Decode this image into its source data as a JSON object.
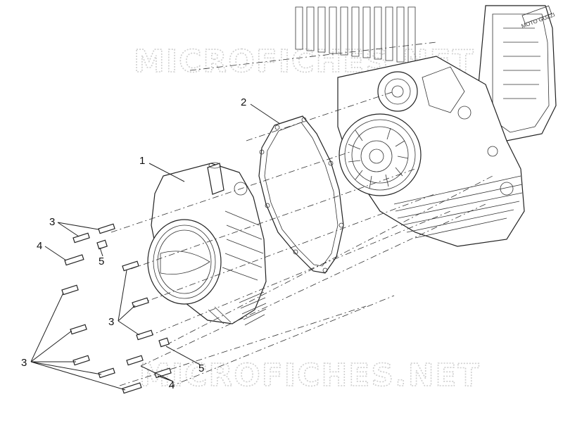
{
  "watermarks": {
    "top": "MICROFICHES.NET",
    "bottom": "MICROFICHES.NET"
  },
  "engine": {
    "plate_text": "MOTO GUZZI"
  },
  "callouts": {
    "c1": "1",
    "c2": "2",
    "c3_upper_left": "3",
    "c4_left": "4",
    "c5_left": "5",
    "c3_center": "3",
    "c3_lower_left": "3",
    "c5_lower": "5",
    "c4_lower": "4"
  },
  "colors": {
    "line": "#222222",
    "watermark": "#cfcfcf",
    "background": "#ffffff"
  }
}
